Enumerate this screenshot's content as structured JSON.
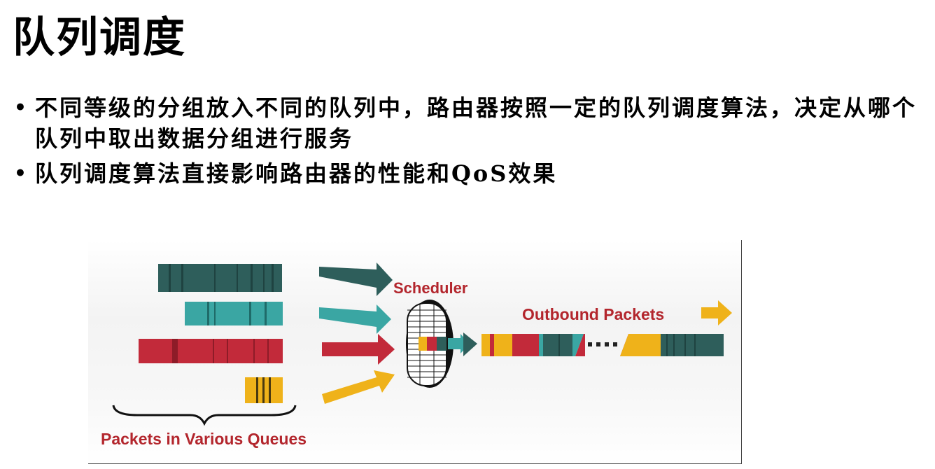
{
  "title": "队列调度",
  "bullets": [
    {
      "text": "不同等级的分组放入不同的队列中，路由器按照一定的队列调度算法，决定从哪个队列中取出数据分组进行服务"
    },
    {
      "text": "队列调度算法直接影响路由器的性能和QoS效果"
    }
  ],
  "figure": {
    "scheduler_label": "Scheduler",
    "outbound_label": "Outbound Packets",
    "queues_label": "Packets in Various Queues",
    "colors": {
      "dark_teal": "#2e5e5b",
      "teal": "#3aa6a3",
      "red": "#c22a3a",
      "yellow": "#efb21a",
      "label_red": "#b3262d"
    }
  }
}
